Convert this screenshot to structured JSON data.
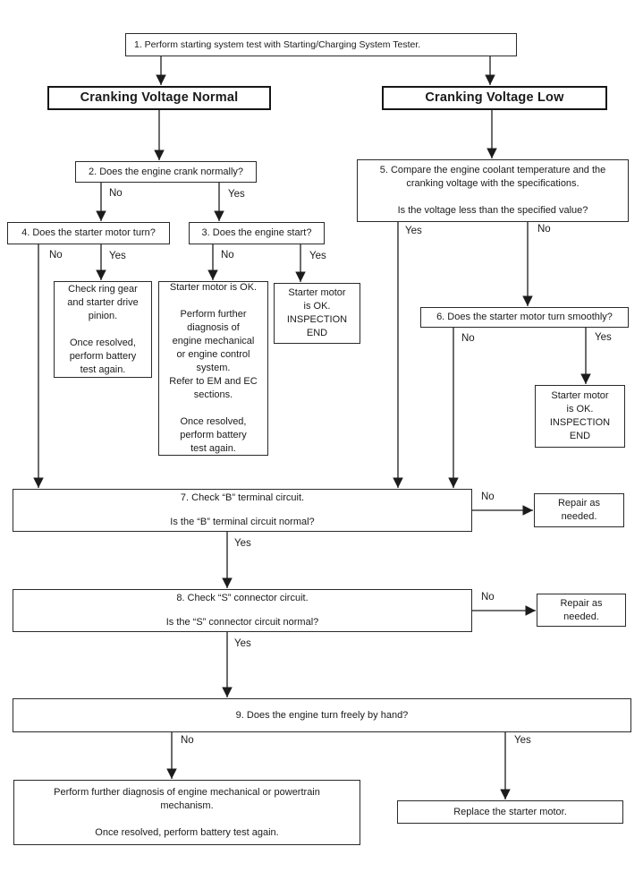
{
  "nodes": {
    "step1": "1. Perform starting system test with Starting/Charging System Tester.",
    "branch_normal": "Cranking Voltage Normal",
    "branch_low": "Cranking Voltage Low",
    "step2": "2. Does the engine crank normally?",
    "step4": "4. Does the starter motor turn?",
    "step3": "3. Does the engine start?",
    "ring_gear": "Check ring gear\nand starter drive\npinion.\n\nOnce resolved,\nperform battery\ntest again.",
    "starter_ok_diag": "Starter motor is OK.\n\nPerform further\ndiagnosis of\nengine mechanical\nor engine control\nsystem.\nRefer to EM and EC\nsections.\n\nOnce resolved,\nperform battery\ntest again.",
    "insp_end_1": "Starter motor\nis OK.\nINSPECTION\nEND",
    "step5": "5. Compare the engine coolant temperature and the\ncranking voltage with the specifications.\n\nIs the voltage less than the specified value?",
    "step6": "6. Does the starter motor turn smoothly?",
    "insp_end_2": "Starter motor\nis OK.\nINSPECTION\nEND",
    "step7": "7. Check “B” terminal circuit.\n\nIs the “B” terminal circuit normal?",
    "repair_1": "Repair as\nneeded.",
    "step8": "8. Check “S” connector circuit.\n\nIs the “S” connector circuit normal?",
    "repair_2": "Repair as\nneeded.",
    "step9": "9. Does the engine turn freely by hand?",
    "diag_powertrain": "Perform further diagnosis of engine mechanical or powertrain\nmechanism.\n\nOnce resolved, perform battery test again.",
    "replace_starter": "Replace the starter motor."
  },
  "edge_labels": {
    "step2_no": "No",
    "step2_yes": "Yes",
    "step4_no": "No",
    "step4_yes": "Yes",
    "step3_no": "No",
    "step3_yes": "Yes",
    "step5_yes": "Yes",
    "step5_no": "No",
    "step6_no": "No",
    "step6_yes": "Yes",
    "step7_no": "No",
    "step7_yes": "Yes",
    "step8_no": "No",
    "step8_yes": "Yes",
    "step9_no": "No",
    "step9_yes": "Yes"
  }
}
